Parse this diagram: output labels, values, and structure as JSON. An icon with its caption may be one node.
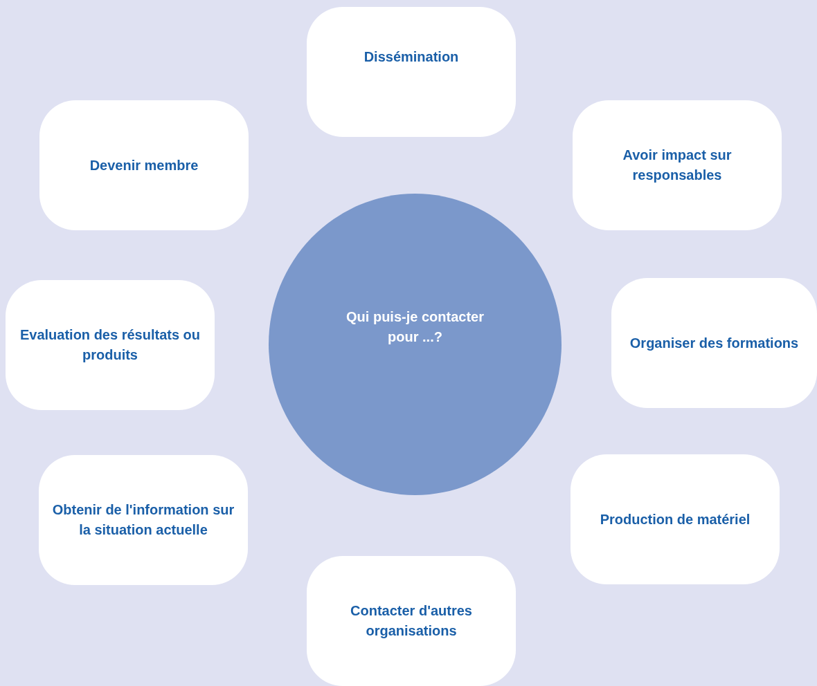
{
  "diagram": {
    "nodes": [
      {
        "text": [
          "Dissémination"
        ]
      },
      {
        "text": [
          "Devenir membre"
        ]
      },
      {
        "text": [
          "Avoir impact sur responsables"
        ]
      },
      {
        "text": [
          "Qui puis-je contacter pour ...?"
        ]
      },
      {
        "text": [
          "Evaluation des résultats ou produits"
        ]
      },
      {
        "text": [
          "Organiser des formations"
        ]
      },
      {
        "text": [
          "Obtenir de l'information sur la situation actuelle"
        ]
      },
      {
        "text": [
          "Production de matériel"
        ]
      },
      {
        "text": [
          "Contacter d'autres organisations"
        ]
      }
    ]
  }
}
